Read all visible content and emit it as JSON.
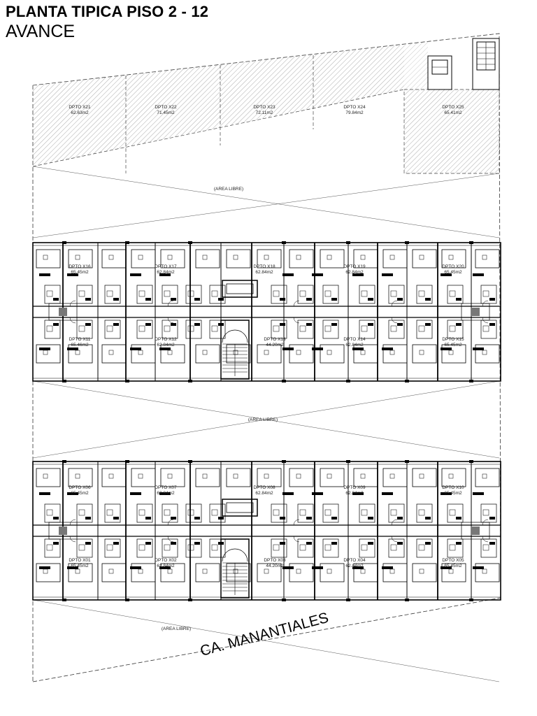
{
  "header": {
    "title": "PLANTA TIPICA PISO 2 - 12",
    "subtitle": "AVANCE"
  },
  "street_name": "CA. MANANTIALES",
  "free_area_label": "(AREA LIBRE)",
  "top_units": [
    {
      "name": "DPTO X21",
      "area": "62.63m2"
    },
    {
      "name": "DPTO X22",
      "area": "71.45m2"
    },
    {
      "name": "DPTO X23",
      "area": "72.11m2"
    },
    {
      "name": "DPTO X24",
      "area": "79.84m2"
    },
    {
      "name": "DPTO X25",
      "area": "65.41m2"
    }
  ],
  "block_b": {
    "north_units": [
      {
        "name": "DPTO X16",
        "area": "65.45m2"
      },
      {
        "name": "DPTO X17",
        "area": "62.84m2"
      },
      {
        "name": "DPTO X18",
        "area": "62.84m2"
      },
      {
        "name": "DPTO X19",
        "area": "62.84m2"
      },
      {
        "name": "DPTO X20",
        "area": "65.45m2"
      }
    ],
    "south_units": [
      {
        "name": "DPTO X11",
        "area": "65.46m2"
      },
      {
        "name": "DPTO X12",
        "area": "62.84m2"
      },
      {
        "name": "DPTO X13",
        "area": "44.20m2"
      },
      {
        "name": "DPTO X14",
        "area": "62.84m2"
      },
      {
        "name": "DPTO X15",
        "area": "65.45m2"
      }
    ]
  },
  "block_a": {
    "north_units": [
      {
        "name": "DPTO X06",
        "area": "65.45m2"
      },
      {
        "name": "DPTO X07",
        "area": "62.84m2"
      },
      {
        "name": "DPTO X08",
        "area": "62.84m2"
      },
      {
        "name": "DPTO X09",
        "area": "62.84m2"
      },
      {
        "name": "DPTO X10",
        "area": "65.45m2"
      }
    ],
    "south_units": [
      {
        "name": "DPTO X01",
        "area": "65.45m2"
      },
      {
        "name": "DPTO X02",
        "area": "62.84m2"
      },
      {
        "name": "DPTO X03",
        "area": "44.20m2"
      },
      {
        "name": "DPTO X04",
        "area": "62.84m2"
      },
      {
        "name": "DPTO X05",
        "area": "65.45m2"
      }
    ]
  },
  "colors": {
    "line": "#000000",
    "hatch": "#9a9a9a",
    "label": "#222222"
  }
}
